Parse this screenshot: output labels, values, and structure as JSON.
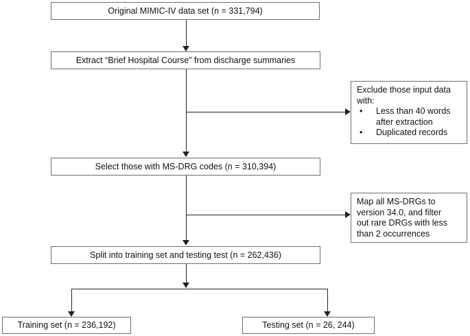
{
  "diagram": {
    "title": "MIMIC-IV data set preparation flowchart",
    "type": "flowchart",
    "accent_color": "#222222",
    "box_border_color": "#6e6e6e",
    "background_color": "#ffffff"
  },
  "nodes": {
    "original": {
      "label": "Original MIMIC-IV data set (n = 331,794)",
      "count": "331,794"
    },
    "extract": {
      "label": "Extract “Brief Hospital Course” from discharge summaries"
    },
    "select_drg": {
      "label": "Select those with MS-DRG codes (n = 310,394)",
      "count": "310,394"
    },
    "split": {
      "label": "Split into training set and testing test (n = 262,436)",
      "count": "262,436"
    },
    "training": {
      "label": "Training set (n = 236,192)",
      "count": "236,192"
    },
    "testing": {
      "label": "Testing set (n = 26, 244)",
      "count": "26, 244"
    }
  },
  "side_notes": {
    "exclude": {
      "line1": "Exclude those input data",
      "line2": "with:",
      "bullets": [
        {
          "text": "Less than 40 words",
          "continuation": "after extraction"
        },
        {
          "text": "Duplicated records",
          "continuation": ""
        }
      ],
      "bullet_glyph": "•"
    },
    "map": {
      "line1": "Map all MS-DRGs to",
      "line2": "version 34.0, and filter",
      "line3": "out rare DRGs with less",
      "line4": "than 2 occurrences"
    }
  }
}
